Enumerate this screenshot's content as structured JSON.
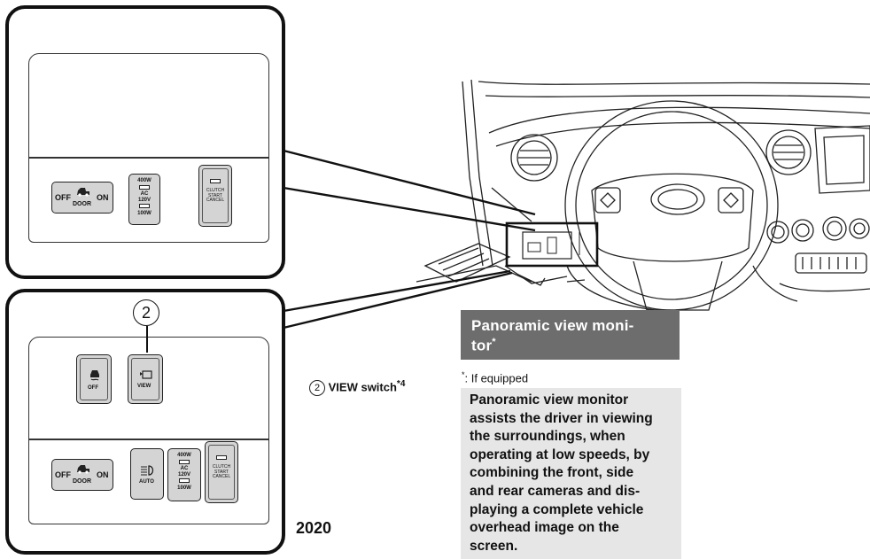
{
  "top_panel": {
    "door_switch": {
      "off": "OFF",
      "label": "DOOR",
      "on": "ON"
    },
    "power_outlet": {
      "w400": "400W",
      "ac": "AC",
      "v120": "120V",
      "w100": "100W"
    },
    "clutch_switch": {
      "line1": "CLUTCH",
      "line2": "START",
      "line3": "CANCEL"
    }
  },
  "bottom_panel": {
    "callout_number": "2",
    "vsc_off_label": "OFF",
    "view_label": "VIEW",
    "door_switch": {
      "off": "OFF",
      "label": "DOOR",
      "on": "ON"
    },
    "auto_label": "AUTO",
    "power_outlet": {
      "w400": "400W",
      "ac": "AC",
      "v120": "120V",
      "w100": "100W"
    },
    "clutch_switch": {
      "line1": "CLUTCH",
      "line2": "START",
      "line3": "CANCEL"
    },
    "year": "2020"
  },
  "callout": {
    "number": "2",
    "text": "VIEW switch",
    "sup": "*4"
  },
  "section": {
    "title": "Panoramic view moni-tor",
    "title_line1": "Panoramic view moni-",
    "title_line2": "tor",
    "title_sup": "*"
  },
  "note": {
    "sup": "*",
    "text": ": If equipped"
  },
  "description": {
    "lines": [
      "Panoramic view monitor",
      "assists the driver in viewing",
      "the surroundings, when",
      "operating at low speeds, by",
      "combining the front, side",
      "and rear cameras and dis-",
      "playing a complete vehicle",
      "overhead image on the",
      "screen."
    ]
  },
  "colors": {
    "title_bg": "#6d6d6d",
    "desc_bg": "#e6e6e6",
    "button_fill": "#d4d4d4"
  }
}
